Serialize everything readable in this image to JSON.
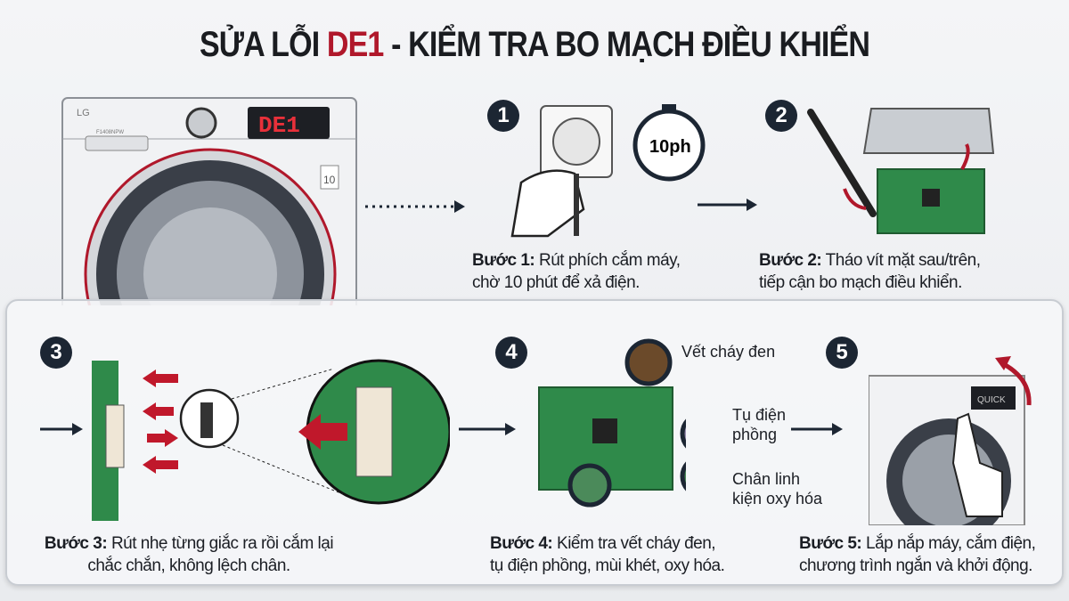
{
  "title": {
    "prefix": "SỬA LỖI ",
    "code": "DE1",
    "suffix": " - KIỂM TRA BO MẠCH ĐIỀU KHIỂN"
  },
  "washer": {
    "brand": "LG",
    "model": "F1408NPW",
    "display": "DE1",
    "badge": "10"
  },
  "steps": [
    {
      "number": "1",
      "label": "Bước 1:",
      "text": "Rút phích cắm máy,",
      "text2": "chờ 10 phút để xả điện.",
      "timer": "10ph"
    },
    {
      "number": "2",
      "label": "Bước 2:",
      "text": "Tháo vít mặt sau/trên,",
      "text2": "tiếp cận bo mạch điều khiển."
    },
    {
      "number": "3",
      "label": "Bước 3:",
      "text": "Rút nhẹ từng giắc ra rồi cắm lại",
      "text2": "chắc chắn, không lệch chân."
    },
    {
      "number": "4",
      "label": "Bước 4:",
      "text": "Kiểm tra vết cháy đen,",
      "text2": "tụ điện phồng, mùi khét, oxy hóa.",
      "callouts": [
        "Vết cháy đen",
        "Tụ điện phồng",
        "Chân linh kiện oxy hóa"
      ]
    },
    {
      "number": "5",
      "label": "Bước 5:",
      "text": "Lắp nắp máy, cắm điện,",
      "text2": "chương trình ngắn và khởi động.",
      "display": "QUICK"
    }
  ],
  "colors": {
    "accent": "#b0182b",
    "dark": "#1c2633",
    "pcb": "#2f8a4a"
  }
}
